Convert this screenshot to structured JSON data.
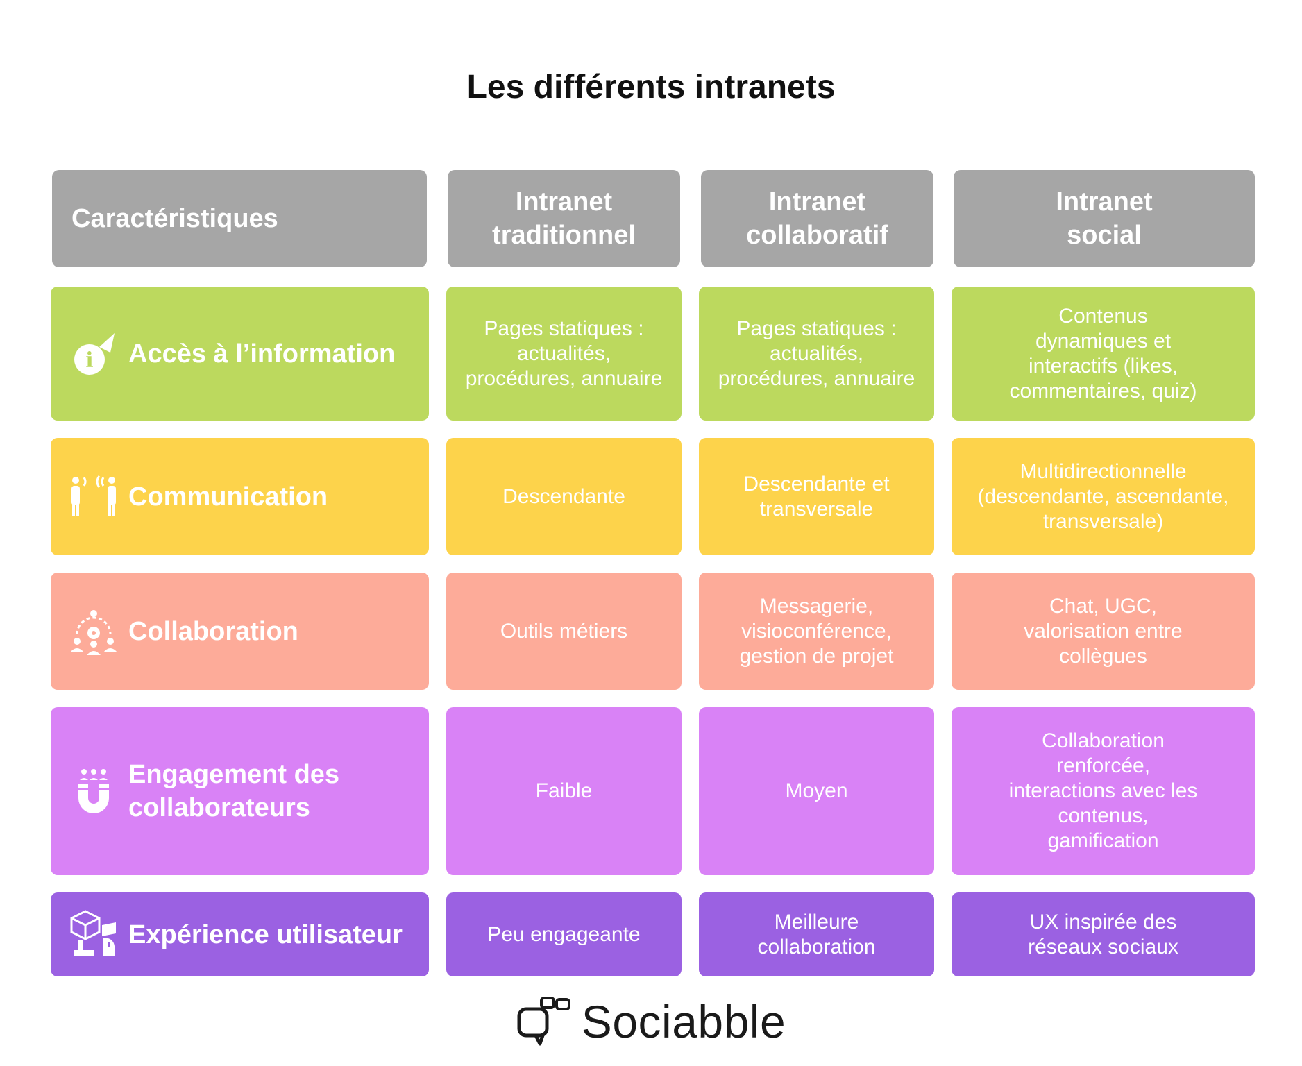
{
  "title": "Les différents intranets",
  "colors": {
    "header": "#a6a6a6",
    "green": "#bcd95e",
    "yellow": "#fdd34b",
    "salmon": "#fdab99",
    "pink": "#d982f6",
    "purple": "#9b61e2"
  },
  "header": {
    "characteristics": "Caractéristiques",
    "columns": [
      "Intranet\ntraditionnel",
      "Intranet\ncollaboratif",
      "Intranet\nsocial"
    ]
  },
  "rows": [
    {
      "icon": "info-megaphone-icon",
      "label": "Accès à l’information",
      "cells": [
        "Pages statiques :\nactualités,\nprocédures, annuaire",
        "Pages statiques :\nactualités,\nprocédures, annuaire",
        "Contenus\ndynamiques et\ninteractifs (likes,\ncommentaires, quiz)"
      ]
    },
    {
      "icon": "people-talking-icon",
      "label": "Communication",
      "cells": [
        "Descendante",
        "Descendante et\ntransversale",
        "Multidirectionnelle\n(descendante, ascendante,\ntransversale)"
      ]
    },
    {
      "icon": "team-collaboration-icon",
      "label": "Collaboration",
      "cells": [
        "Outils métiers",
        "Messagerie,\nvisioconférence,\ngestion de projet",
        "Chat, UGC,\nvalorisation entre\ncollègues"
      ]
    },
    {
      "icon": "magnet-people-icon",
      "label": "Engagement des\ncollaborateurs",
      "cells": [
        "Faible",
        "Moyen",
        "Collaboration\nrenforcée,\ninteractions avec les\ncontenus,\ngamification"
      ]
    },
    {
      "icon": "user-experience-icon",
      "label": "Expérience utilisateur",
      "cells": [
        "Peu engageante",
        "Meilleure\ncollaboration",
        "UX inspirée des\nréseaux sociaux"
      ]
    }
  ],
  "footer": {
    "brand": "Sociabble",
    "icon": "speech-bubbles-logo-icon"
  }
}
